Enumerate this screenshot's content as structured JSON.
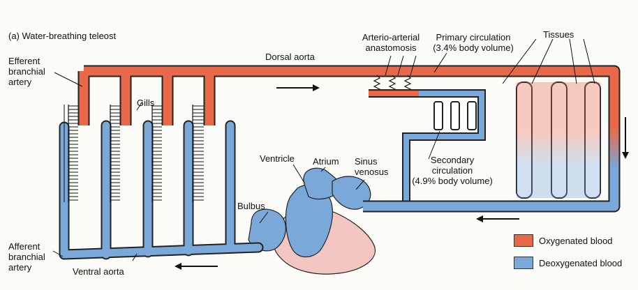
{
  "figure": {
    "panel_title": "(a) Water-breathing teleost",
    "colors": {
      "oxygenated": "#e8694a",
      "deoxygenated": "#7aa8d9",
      "heart_outline": "#e9a7a3",
      "vessel_outline": "#222222"
    }
  },
  "labels": {
    "efferent": "Efferent\nbranchial\nartery",
    "gills": "Gills",
    "dorsal_aorta": "Dorsal aorta",
    "anastomosis": "Arterio-arterial\nanastomosis",
    "primary": "Primary circulation\n(3.4% body volume)",
    "tissues": "Tissues",
    "ventricle": "Ventricle",
    "atrium": "Atrium",
    "sinus": "Sinus\nvenosus",
    "secondary": "Secondary\ncirculation\n(4.9% body volume)",
    "bulbus": "Bulbus",
    "afferent": "Afferent\nbranchial\nartery",
    "ventral_aorta": "Ventral aorta"
  },
  "legend": {
    "oxygenated": "Oxygenated blood",
    "deoxygenated": "Deoxygenated blood"
  },
  "icons": [
    "flow-arrow-icon"
  ]
}
